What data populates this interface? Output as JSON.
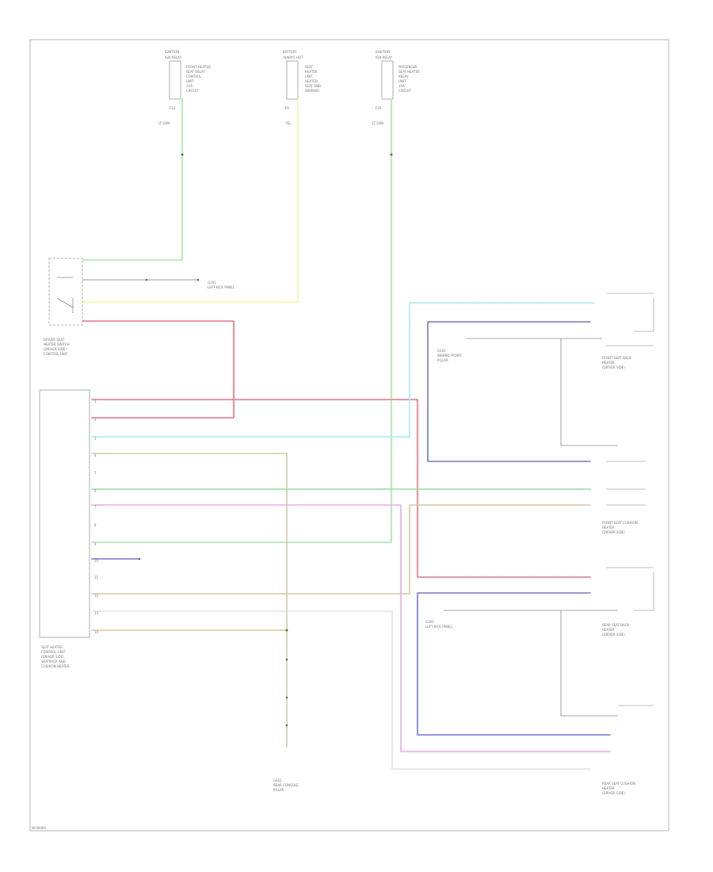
{
  "diagram": {
    "footer_code": "W-00000",
    "fuses": [
      {
        "header": "IGNITION",
        "sub": "IGN RELAY",
        "notes": [
          "FRONT HEATED",
          "SEAT RELAY",
          "CONTROL",
          "UNIT",
          "10A",
          "CIRCUIT"
        ],
        "pin": "F22",
        "wire": "LT GRN"
      },
      {
        "header": "BATTERY",
        "sub": "ALWAYS HOT",
        "notes": [
          "SEAT",
          "HEATER",
          "UNIT",
          "HEATED",
          "SEAT AND",
          "WARMER"
        ],
        "pin": "F8",
        "wire": "YEL"
      },
      {
        "header": "IGNITION",
        "sub": "IGN RELAY",
        "notes": [
          "PASSENGER",
          "SEAT HEATER",
          "RELAY",
          "UNIT",
          "10A",
          "CIRCUIT"
        ],
        "pin": "F25",
        "wire": "LT GRN"
      }
    ],
    "components": [
      {
        "id": "switch",
        "label_lines": [
          "DRIVER SEAT",
          "HEATER SWITCH",
          "(DRIVER SIDE)",
          "CONTROL UNIT"
        ]
      },
      {
        "id": "ecu",
        "label_lines": [
          "SEAT HEATER",
          "CONTROL UNIT",
          "(DRIVER SIDE)",
          "SEATBACK AND",
          "CUSHION HEATER"
        ]
      },
      {
        "id": "fr_seatback",
        "label_lines": [
          "FRONT SEAT BACK",
          "HEATER",
          "(DRIVER SIDE)"
        ]
      },
      {
        "id": "fr_cushion",
        "label_lines": [
          "FRONT SEAT CUSHION",
          "HEATER",
          "(DRIVER SIDE)"
        ]
      },
      {
        "id": "rr_seatback",
        "label_lines": [
          "REAR SEAT BACK",
          "HEATER",
          "(DRIVER SIDE)"
        ]
      },
      {
        "id": "rr_cushion",
        "label_lines": [
          "REAR SEAT CUSHION",
          "HEATER",
          "(DRIVER SIDE)"
        ]
      }
    ],
    "grounds": [
      {
        "id": "g1",
        "label_lines": [
          "G101",
          "LEFT KICK PANEL"
        ]
      },
      {
        "id": "g2",
        "label_lines": [
          "G201",
          "BEHIND FRONT",
          "PILLAR"
        ]
      },
      {
        "id": "g3",
        "label_lines": [
          "G301",
          "LEFT KICK PANEL"
        ]
      },
      {
        "id": "g4",
        "label_lines": [
          "G401",
          "REAR CONSOLE",
          "PILLAR"
        ]
      }
    ],
    "ecu_pins": [
      "1",
      "2",
      "3",
      "4",
      "5",
      "6",
      "7",
      "8",
      "9",
      "10",
      "11",
      "12",
      "13",
      "14"
    ],
    "wire_colors": {
      "lt_green": "#9ff09f",
      "yellow": "#f7f79a",
      "red": "#f86d85",
      "cyan": "#9ef0f0",
      "tan": "#d8c99c",
      "green": "#8fe98f",
      "pink": "#f5a3f5",
      "blue": "#7272f0",
      "light_gray": "#d9d9d9"
    }
  }
}
